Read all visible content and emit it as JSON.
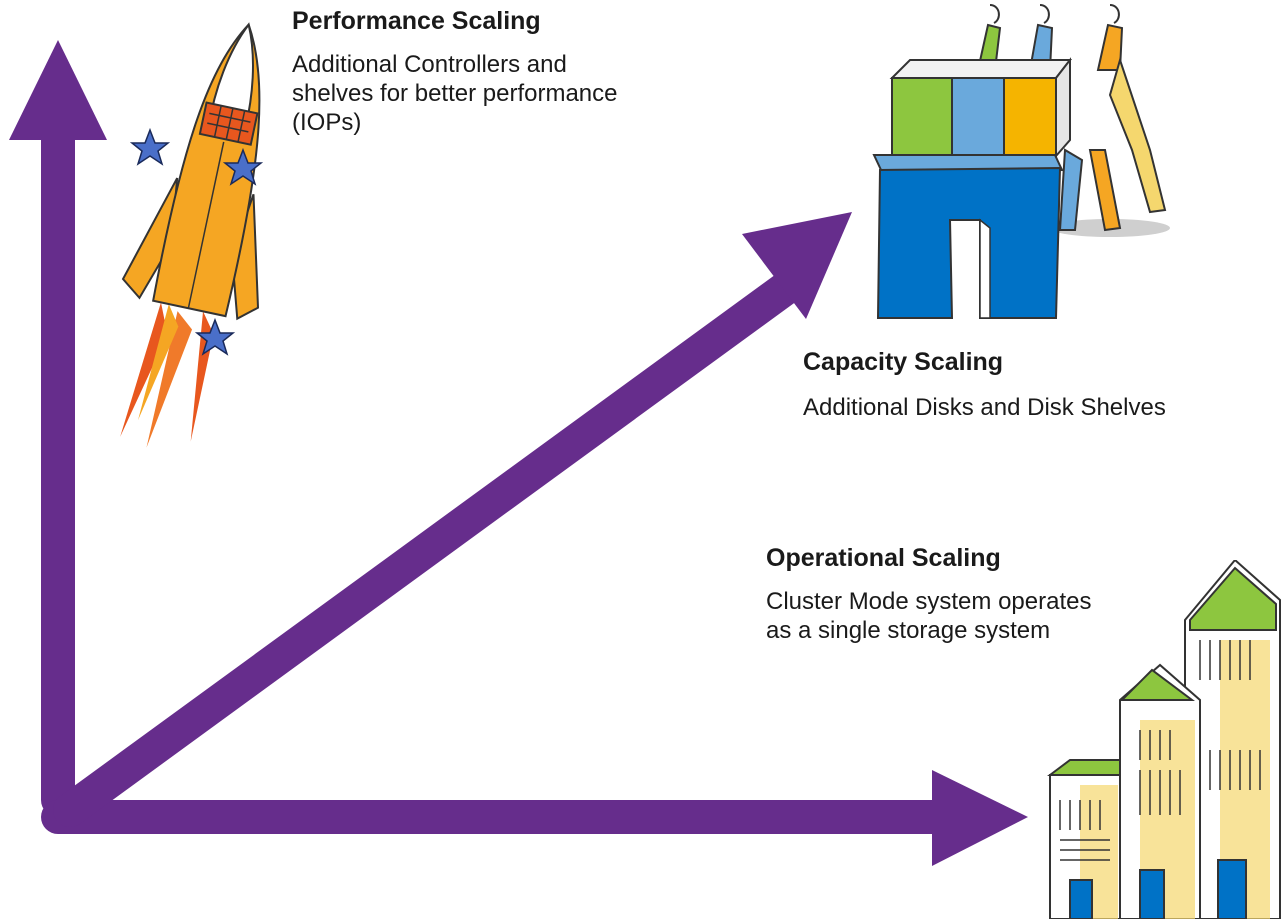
{
  "performance": {
    "title": "Performance Scaling",
    "description": "Additional Controllers and shelves for better performance (IOPs)"
  },
  "capacity": {
    "title": "Capacity Scaling",
    "description": "Additional Disks and Disk Shelves"
  },
  "operational": {
    "title": "Operational Scaling",
    "description": "Cluster Mode system operates as a single storage system"
  },
  "colors": {
    "arrow": "#662d8c",
    "orange": "#f5a623",
    "green": "#8dc63f",
    "blue": "#0072c6",
    "light_blue": "#6aa9dc",
    "yellow": "#f5d76e"
  },
  "icons": {
    "performance": "rocket-illustration",
    "capacity": "people-carrying-storage-illustration",
    "operational": "city-buildings-illustration"
  }
}
